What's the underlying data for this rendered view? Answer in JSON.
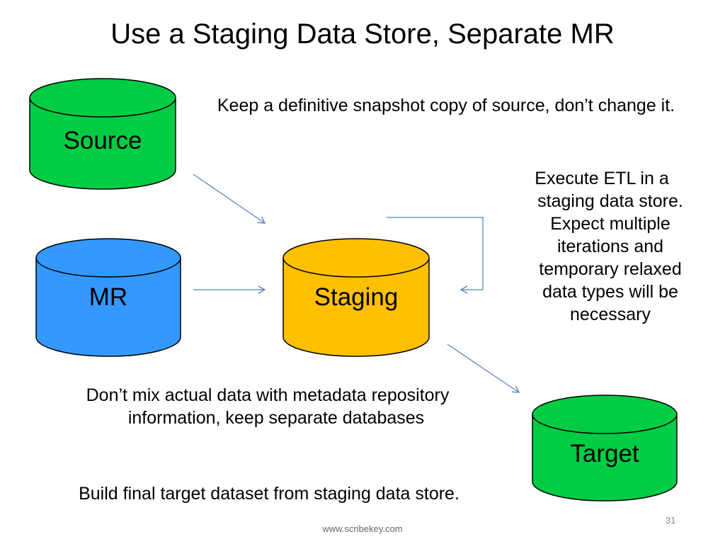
{
  "title": "Use a Staging Data Store, Separate MR",
  "nodes": {
    "source": {
      "label": "Source",
      "color": "#00cc44"
    },
    "mr": {
      "label": "MR",
      "color": "#3399ff"
    },
    "staging": {
      "label": "Staging",
      "color": "#ffc000"
    },
    "target": {
      "label": "Target",
      "color": "#00cc44"
    }
  },
  "notes": {
    "snapshot": "Keep a definitive snapshot copy of source, don’t change it.",
    "etl": "Execute ETL in  a staging data store. Expect multiple iterations and temporary relaxed data types will be necessary",
    "separate": "Don’t mix actual data with metadata repository information, keep separate databases",
    "final": "Build final target dataset from staging data store."
  },
  "footer": {
    "site": "www.scribekey.com",
    "page_number": "31"
  },
  "arrow_color": "#4f81bd"
}
